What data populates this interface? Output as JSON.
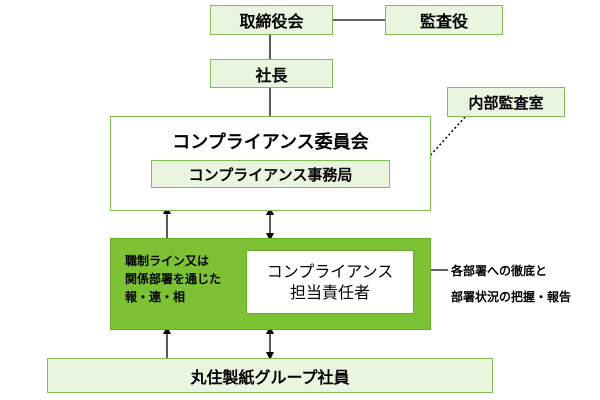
{
  "board": "取締役会",
  "auditor": "監査役",
  "president": "社長",
  "internal_audit": "内部監査室",
  "committee": "コンプライアンス委員会",
  "office": "コンプライアンス事務局",
  "report_lines": [
    "職制ライン又は",
    "関係部署を通じた",
    "報・連・相"
  ],
  "officer_lines": [
    "コンプライアンス",
    "担当責任者"
  ],
  "side_notes": [
    "各部署への徹底と",
    "部署状況の把握・報告"
  ],
  "employees": "丸住製紙グループ社員",
  "colors": {
    "box_fill": "#eaf5e0",
    "box_border": "#7fbe52",
    "panel_fill": "#7cc234",
    "dotted_arrow": "#000000"
  }
}
